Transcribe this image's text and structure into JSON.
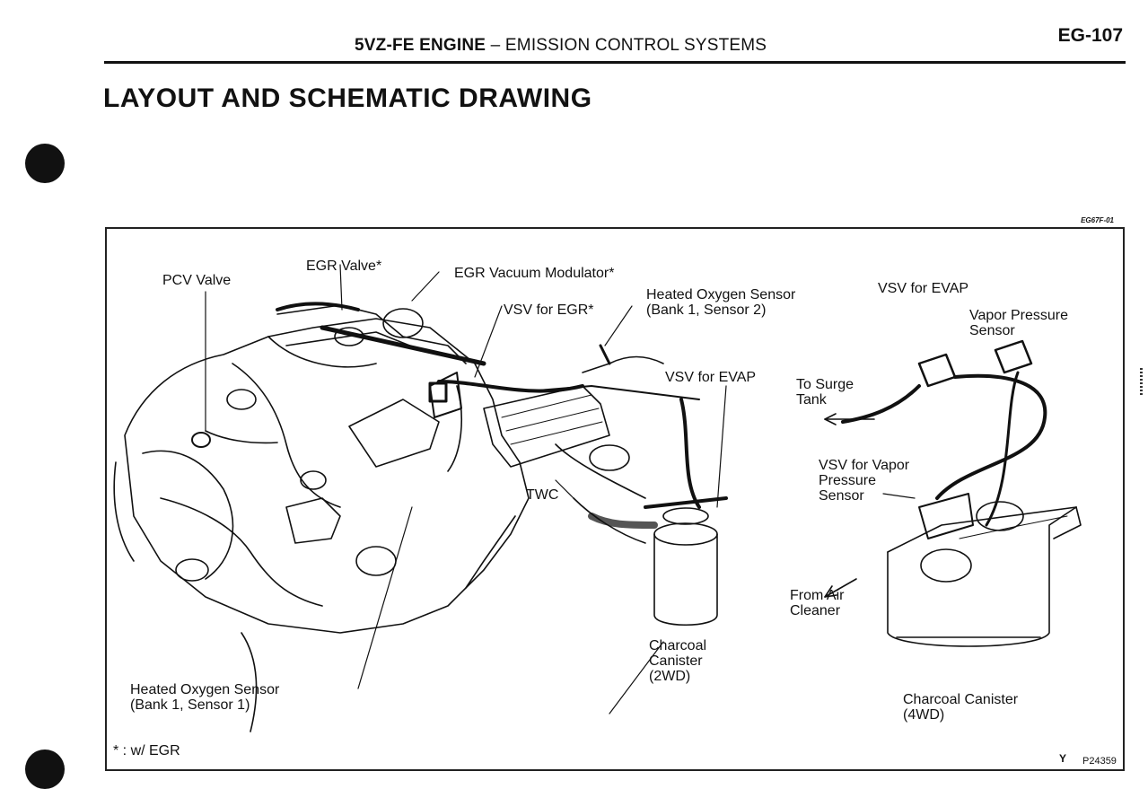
{
  "header": {
    "title_bold": "5VZ-FE ENGINE",
    "title_sep": " – ",
    "title_rest": "EMISSION CONTROL SYSTEMS",
    "page_number": "EG-107"
  },
  "section_title": "LAYOUT AND SCHEMATIC DRAWING",
  "figure": {
    "code_top": "EG67F-01",
    "figure_number": "P24359",
    "y_mark": "Y",
    "footnote": "* : w/ EGR",
    "labels": {
      "pcv_valve": "PCV Valve",
      "egr_valve": "EGR Valve*",
      "egr_vacuum_modulator": "EGR Vacuum Modulator*",
      "vsv_egr": "VSV for EGR*",
      "ho2s_b1s2": "Heated Oxygen Sensor\n(Bank 1, Sensor 2)",
      "vsv_evap_top": "VSV for EVAP",
      "vapor_pressure_sensor": "Vapor Pressure\nSensor",
      "vsv_evap_mid": "VSV for EVAP",
      "to_surge_tank": "To Surge\nTank",
      "twc": "TWC",
      "vsv_vapor_pressure_sensor": "VSV for Vapor\nPressure\nSensor",
      "from_air_cleaner": "From Air\nCleaner",
      "charcoal_canister_2wd": "Charcoal\nCanister\n(2WD)",
      "charcoal_canister_4wd": "Charcoal Canister\n(4WD)",
      "ho2s_b1s1": "Heated Oxygen Sensor\n(Bank 1, Sensor 1)"
    }
  }
}
